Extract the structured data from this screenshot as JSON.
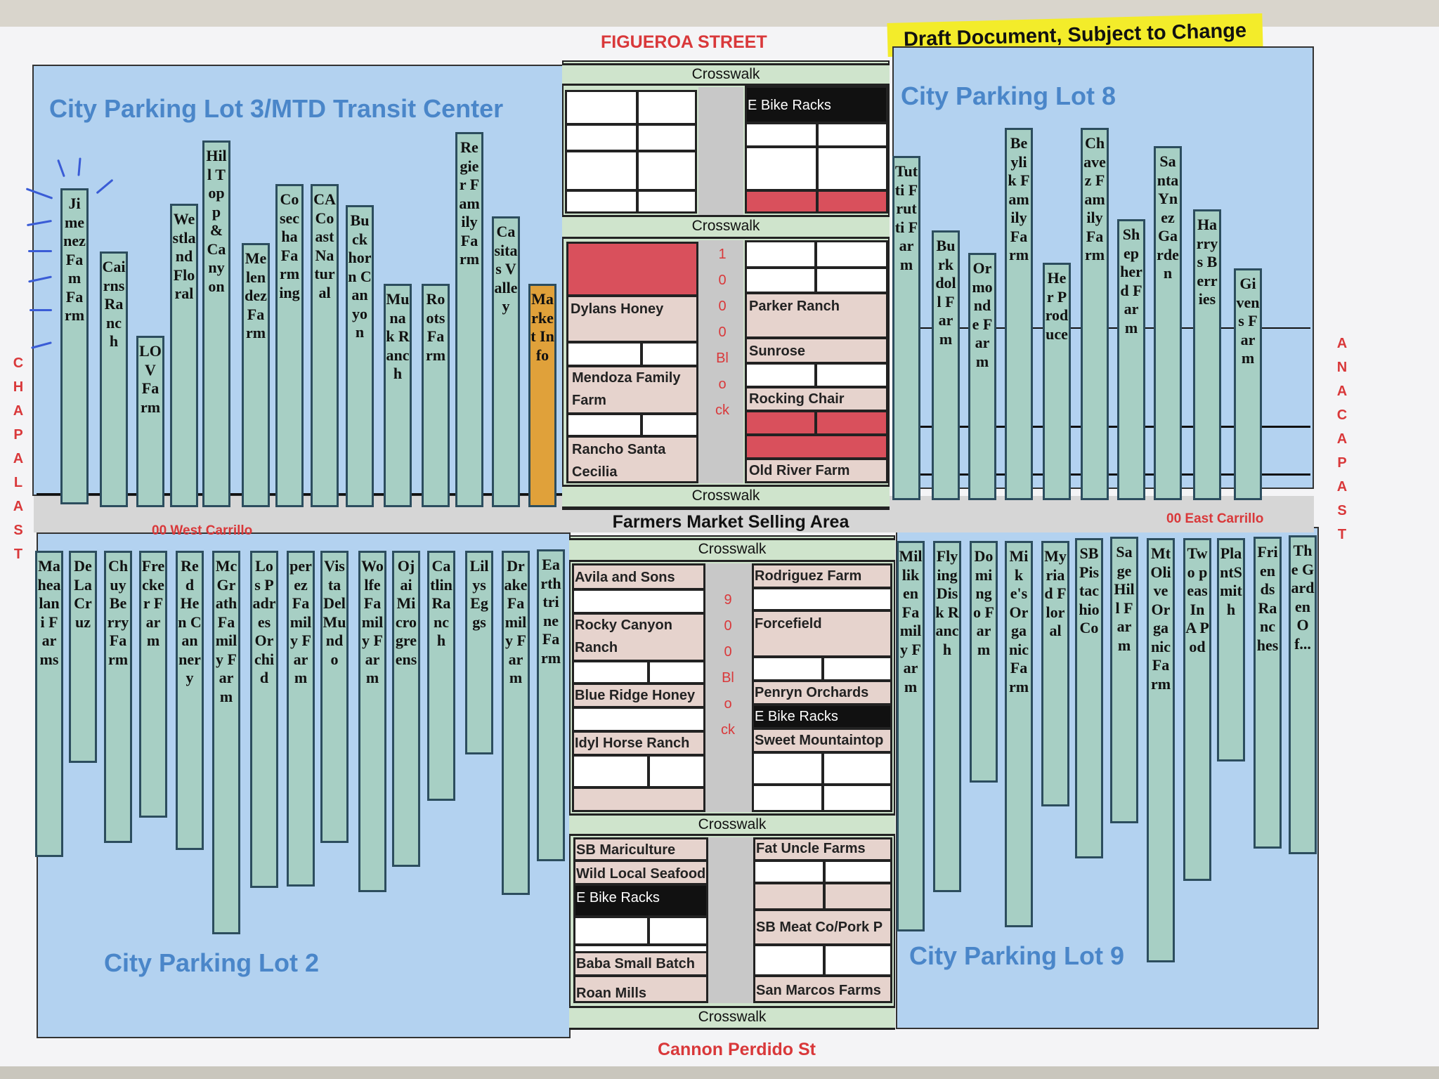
{
  "header": {
    "draft_note": "Draft Document, Subject to Change"
  },
  "streets": {
    "north": "FIGUEROA STREET",
    "south": "Cannon Perdido St",
    "west": "CHAPALA ST",
    "east": "ANACAPA ST",
    "west_carrillo": "00 West Carrillo",
    "east_carrillo": "00 East Carrillo"
  },
  "lots": {
    "nw": "City Parking Lot 3/MTD Transit Center",
    "ne": "City Parking Lot 8",
    "sw": "City Parking Lot 2",
    "se": "City Parking Lot 9"
  },
  "selling_area": "Farmers Market Selling Area",
  "crosswalk": "Crosswalk",
  "block_1000": "1000 Block",
  "block_900": "900 Block",
  "nw_vendors": [
    "Jimenez Fam Farm",
    "Cairns Ranch",
    "LOV Farm",
    "Westland Floral",
    "Hill Topp & Canyon",
    "Melendez Farm",
    "Cosecha Farming",
    "CA Coast Natural",
    "Buckhorn Canyon",
    "Munak Ranch",
    "Roots Farm",
    "Regier Family Farm",
    "Casitas Valley",
    "Market Info"
  ],
  "ne_vendors": [
    "Tutti Frutti Farm",
    "Burkdoll Farm",
    "Ormonde Farm",
    "Beylik Family Farm",
    "Her Produce",
    "Chavez Family Farm",
    "Shepherd Farm",
    "Santa Ynez Garden",
    "Harrys Berries",
    "Givens Farm"
  ],
  "sw_vendors": [
    "Mahealani Farms",
    "De La Cruz",
    "Chuy Berry Farm",
    "Frecker Farm",
    "Red Hen Cannery",
    "McGrath Family Farm",
    "Los Padres Orchid",
    "perez Family Farm",
    "Vista Del Mundo",
    "Wolfe Family Farm",
    "Ojai Microgreens",
    "Catlin Ranch",
    "Lilys Eggs",
    "Drake Family Farm",
    "Earthtrine Farm"
  ],
  "se_vendors": [
    "Milliken Family Farm",
    "Flying Disk Ranch",
    "Domingo Farm",
    "Mike's Organic Farm",
    "Myriad Floral",
    "SB Pistachio Co",
    "Sage Hill Farm",
    "Mt Olive Organic Farm",
    "Two peas In A Pod",
    "PlantSmith",
    "Friends Ranches",
    "The Garden Of..."
  ],
  "block_top": {
    "ebike": "E Bike Racks"
  },
  "block_1000_stalls": {
    "left": [
      "Dylans Honey",
      "Mendoza Family\nFarm",
      "Rancho Santa\nCecilia"
    ],
    "right": [
      "Parker Ranch",
      "Sunrose",
      "Rocking Chair",
      "Old River Farm"
    ]
  },
  "block_900_stalls": {
    "left": [
      "Avila and Sons",
      "Rocky Canyon\nRanch",
      "Blue Ridge Honey",
      "Idyl Horse Ranch"
    ],
    "right": [
      "Rodriguez Farm",
      "Forcefield",
      "Penryn Orchards",
      "E Bike Racks",
      "Sweet Mountaintop"
    ]
  },
  "block_bottom_stalls": {
    "left": [
      "SB Mariculture",
      "Wild Local Seafood",
      "E Bike Racks",
      "Baba Small Batch",
      "Roan Mills"
    ],
    "right": [
      "Fat Uncle Farms",
      "SB Meat Co/Pork P",
      "San Marcos Farms"
    ]
  },
  "colors": {
    "lot": "#b3d2f0",
    "vendor": "#a7cfc4",
    "info": "#e0a13a",
    "street_label": "#d9383a",
    "reserved": "#d9505c",
    "assigned": "#e6d3cd"
  }
}
